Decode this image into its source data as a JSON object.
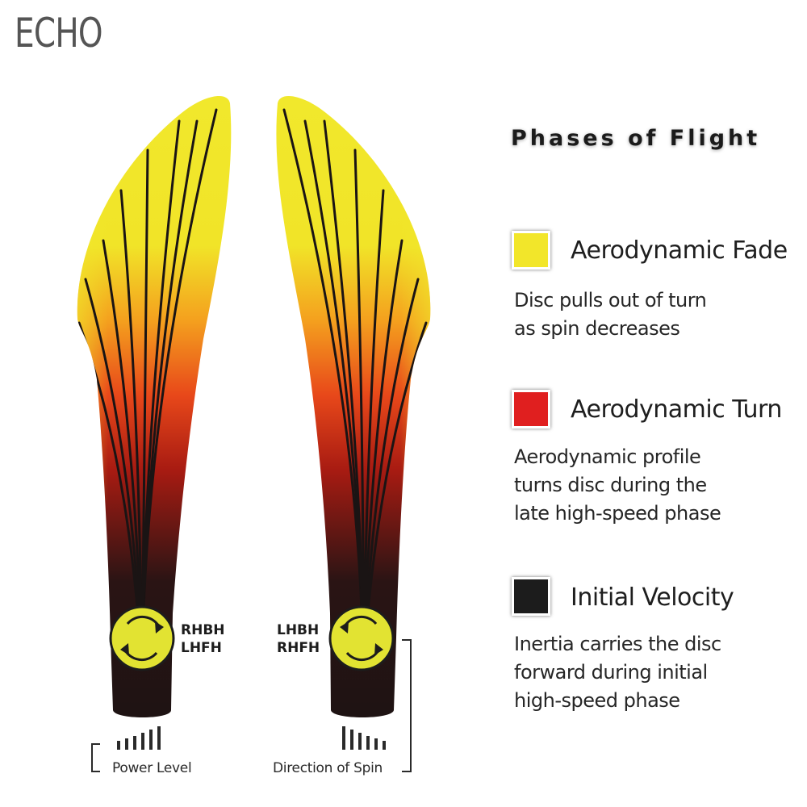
{
  "title": "ECHO",
  "legend": {
    "heading": "Phases of Flight",
    "items": [
      {
        "label": "Aerodynamic Fade",
        "color": "#f2e62a",
        "description": [
          "Disc pulls out of turn",
          "as spin decreases"
        ]
      },
      {
        "label": "Aerodynamic Turn",
        "color": "#e01f1f",
        "description": [
          "Aerodynamic profile",
          "turns disc during the",
          "late high-speed phase"
        ]
      },
      {
        "label": "Initial Velocity",
        "color": "#1c1c1c",
        "description": [
          "Inertia carries the disc",
          "forward during initial",
          "high-speed phase"
        ]
      }
    ]
  },
  "left_flight": {
    "throws": [
      "RHBH",
      "LHFH"
    ],
    "spin_icon": "clockwise-arrows-icon",
    "bottom_label": "Power Level"
  },
  "right_flight": {
    "throws": [
      "LHBH",
      "RHFH"
    ],
    "spin_icon": "counterclockwise-arrows-icon",
    "bottom_label": "Direction of Spin"
  },
  "colors": {
    "fade": "#f2e62a",
    "turn": "#e01f1f",
    "velocity": "#1c1c1c",
    "spin_disc": "#e2e332"
  }
}
